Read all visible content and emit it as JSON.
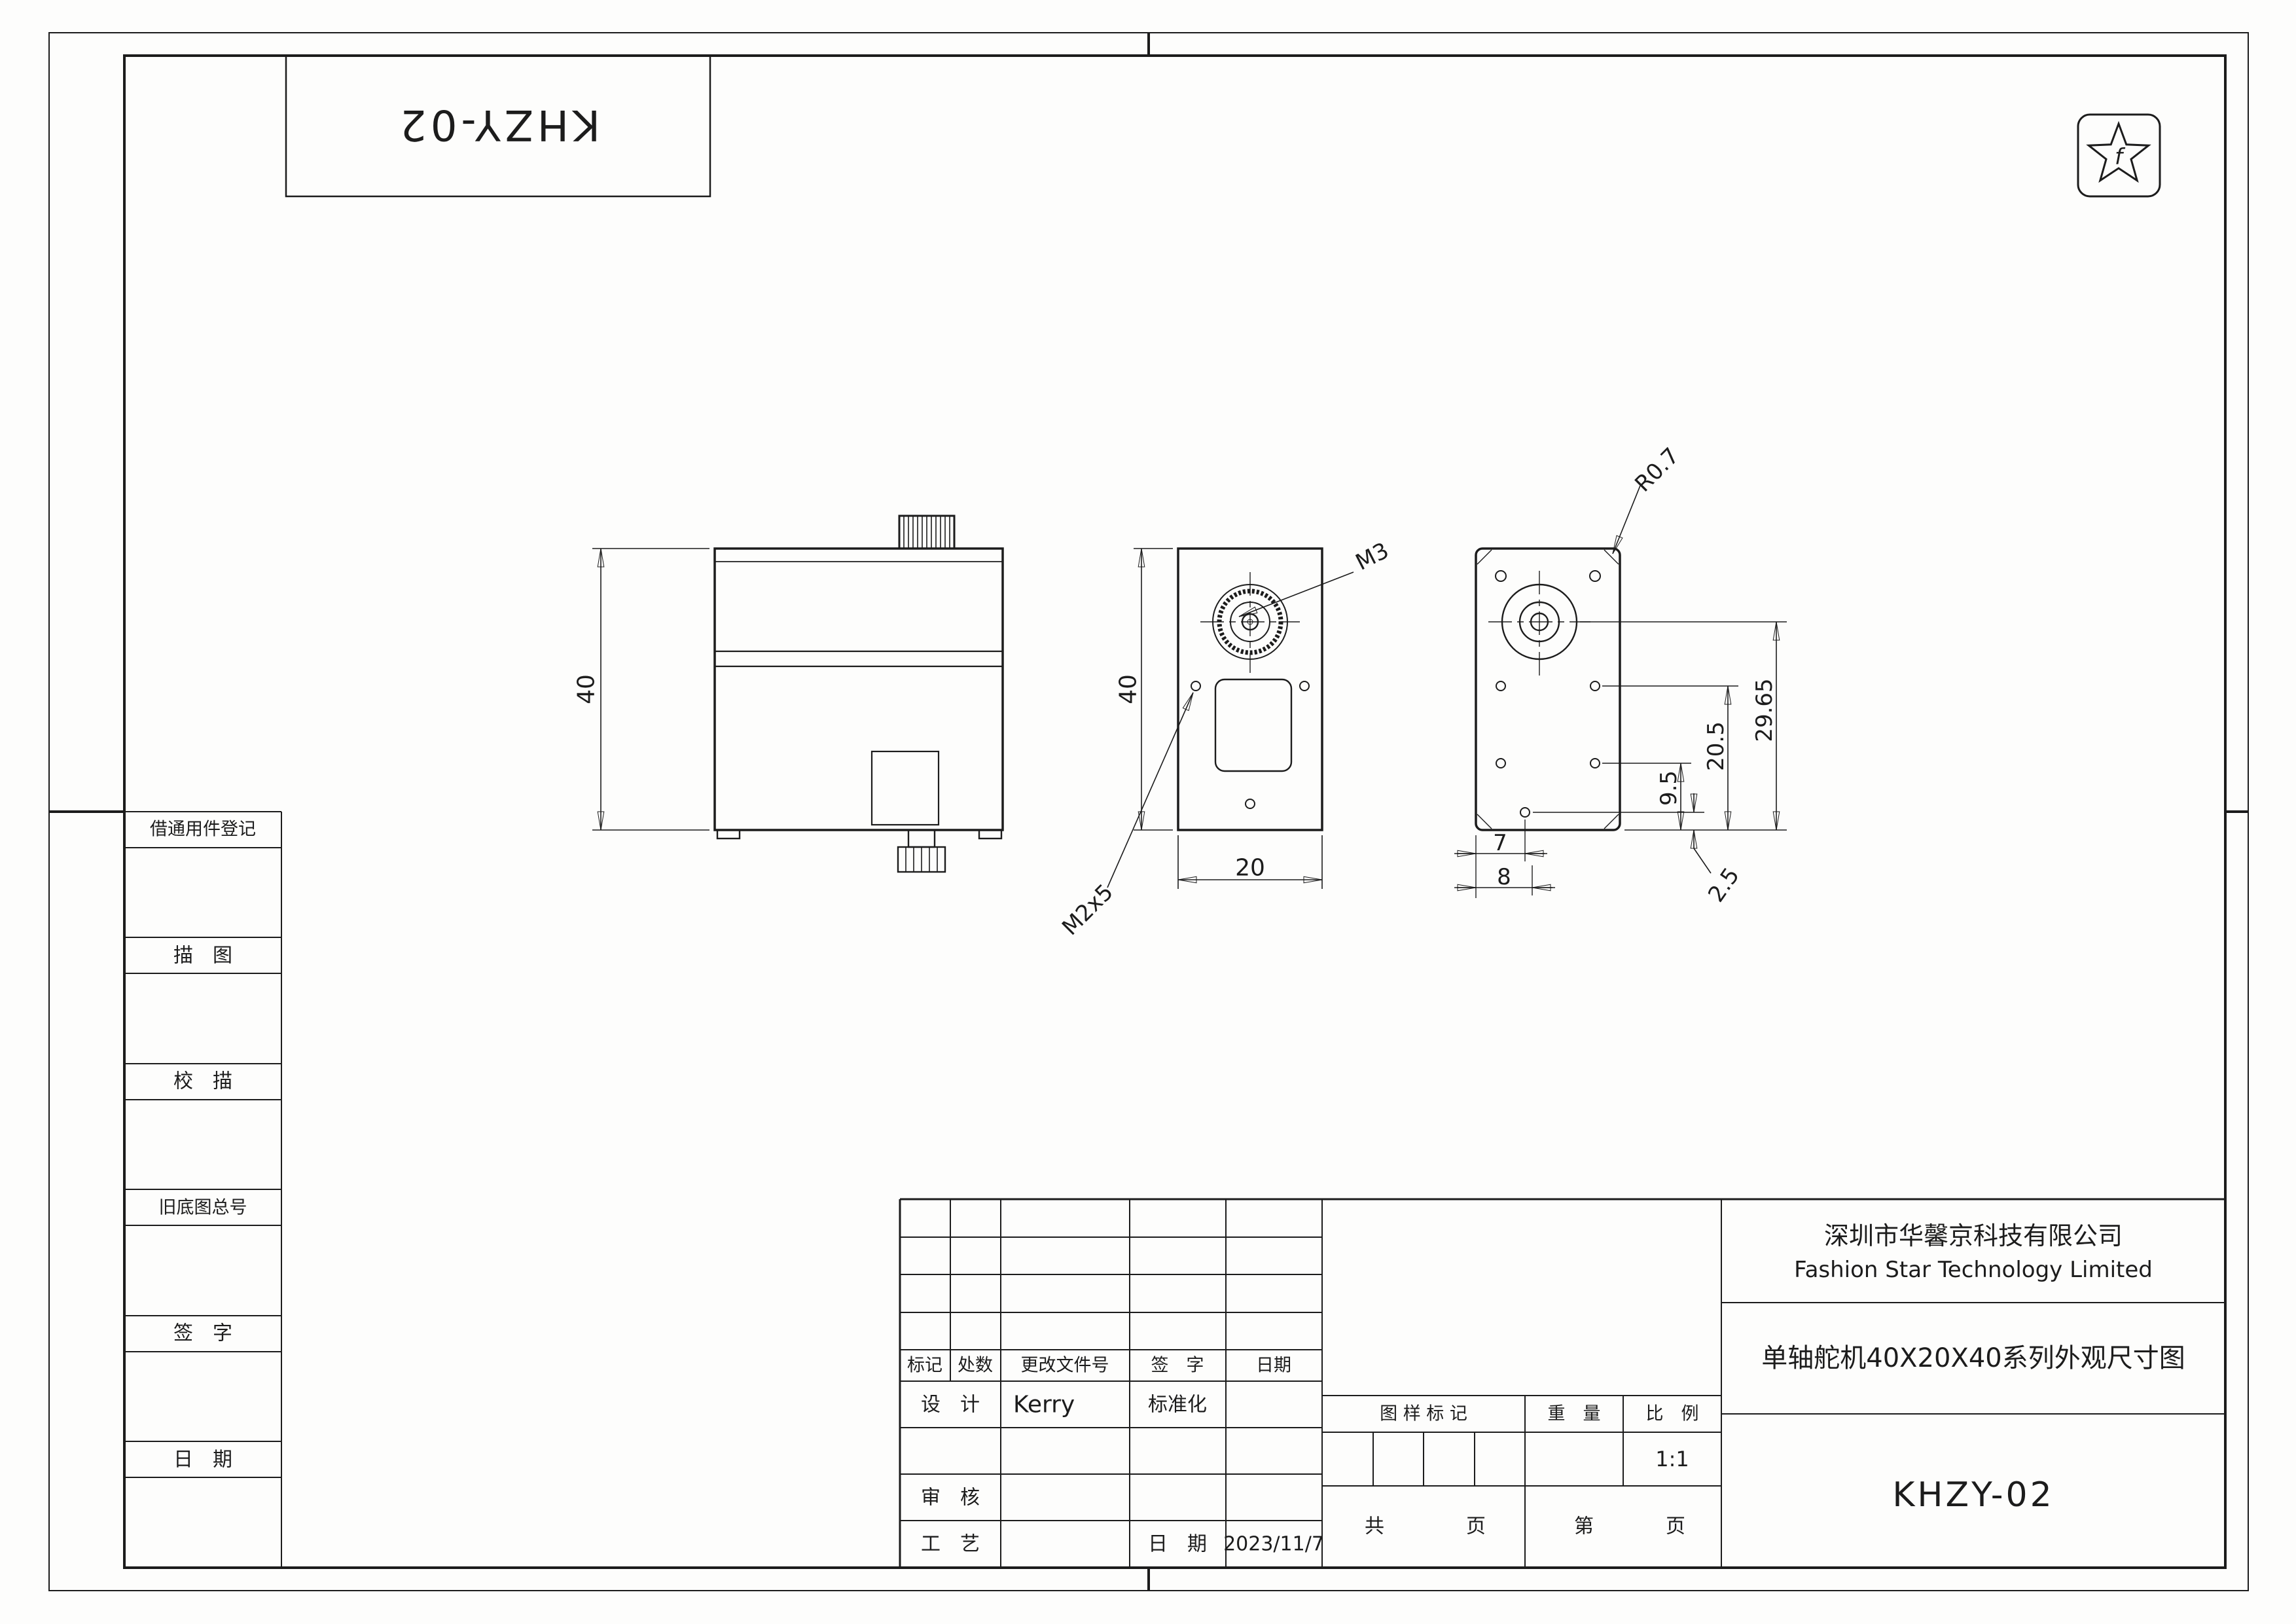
{
  "sheet": {
    "mirrored_drawing_number": "KHZY-02",
    "logo_letter": "f"
  },
  "left_column": {
    "labels": [
      "借通用件登记",
      "描　图",
      "校　描",
      "旧底图总号",
      "签　字",
      "日　期"
    ]
  },
  "dims": {
    "front_height": "40",
    "side_height": "40",
    "side_width": "20",
    "shaft_thread": "M3",
    "screw_spec": "M2x5",
    "corner_radius": "R0.7",
    "h_circle_center": "29.65",
    "h_hole_row_upper": "20.5",
    "h_hole_row_lower": "9.5",
    "w_hole_offset": "7",
    "w_slot_offset": "8",
    "h_bottom_hole": "2.5"
  },
  "title_block": {
    "rev_mark": "标记",
    "rev_count": "处数",
    "rev_file": "更改文件号",
    "rev_sign": "签　字",
    "rev_date": "日期",
    "design_label": "设　计",
    "design_value": "Kerry",
    "standard_label": "标准化",
    "review_label": "审　核",
    "process_label": "工　艺",
    "date_label": "日　期",
    "date_value": "2023/11/7",
    "stamp_label": "图 样 标 记",
    "weight_label": "重　量",
    "scale_label": "比　例",
    "scale_value": "1:1",
    "total_label": "共",
    "total_pages_label": "页",
    "sheet_label": "第",
    "sheet_pages_label": "页",
    "company_cn": "深圳市华馨京科技有限公司",
    "company_en": "Fashion Star Technology Limited",
    "drawing_title": "单轴舵机40X20X40系列外观尺寸图",
    "drawing_number": "KHZY-02"
  }
}
